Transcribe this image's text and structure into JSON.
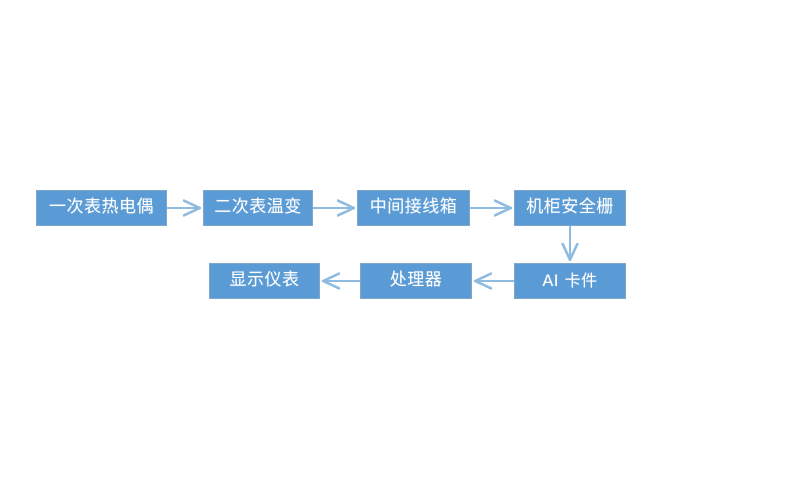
{
  "diagram": {
    "title": "",
    "background_color": "#FFFFFF",
    "node_fill_color": "#5B9BD5",
    "node_border_color": "#7FA7C9",
    "node_text_color": "#FFFFFF",
    "connector_color": "#8FBBE0",
    "nodes": [
      {
        "id": "thermocouple",
        "label": "一次表热电偶",
        "row": 1,
        "order": 1
      },
      {
        "id": "transmitter",
        "label": "二次表温变",
        "row": 1,
        "order": 2
      },
      {
        "id": "junction_box",
        "label": "中间接线箱",
        "row": 1,
        "order": 3
      },
      {
        "id": "safety_barrier",
        "label": "机柜安全栅",
        "row": 1,
        "order": 4
      },
      {
        "id": "ai_card",
        "label": "AI 卡件",
        "row": 2,
        "order": 1
      },
      {
        "id": "processor",
        "label": "处理器",
        "row": 2,
        "order": 2
      },
      {
        "id": "display_meter",
        "label": "显示仪表",
        "row": 2,
        "order": 3
      }
    ],
    "connectors": [
      {
        "from": "thermocouple",
        "to": "transmitter",
        "direction": "right"
      },
      {
        "from": "transmitter",
        "to": "junction_box",
        "direction": "right"
      },
      {
        "from": "junction_box",
        "to": "safety_barrier",
        "direction": "right"
      },
      {
        "from": "safety_barrier",
        "to": "ai_card",
        "direction": "down"
      },
      {
        "from": "ai_card",
        "to": "processor",
        "direction": "left"
      },
      {
        "from": "processor",
        "to": "display_meter",
        "direction": "left"
      }
    ]
  }
}
